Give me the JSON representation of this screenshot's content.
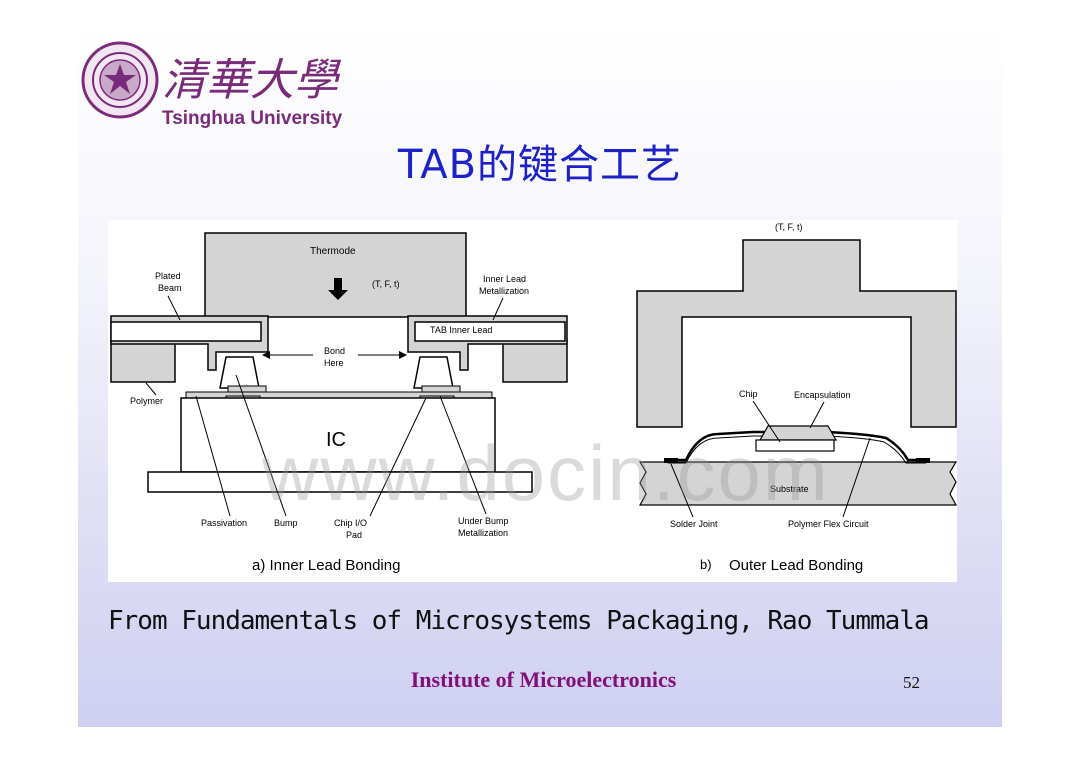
{
  "header": {
    "logo_chinese": "清華大學",
    "logo_english": "Tsinghua University",
    "title": "TAB的键合工艺"
  },
  "figure": {
    "a": {
      "thermode": "Thermode",
      "tft": "(T, F, t)",
      "plated_beam_line1": "Plated",
      "plated_beam_line2": "Beam",
      "inner_lead_line1": "Inner Lead",
      "inner_lead_line2": "Metallization",
      "tab_inner_lead": "TAB Inner Lead",
      "bond_here_line1": "Bond",
      "bond_here_line2": "Here",
      "polymer": "Polymer",
      "ic": "IC",
      "passivation": "Passivation",
      "bump": "Bump",
      "chip_io_line1": "Chip I/O",
      "chip_io_line2": "Pad",
      "under_bump_line1": "Under Bump",
      "under_bump_line2": "Metallization",
      "caption": "a) Inner Lead Bonding"
    },
    "b": {
      "tft": "(T, F, t)",
      "chip": "Chip",
      "encapsulation": "Encapsulation",
      "substrate": "Substrate",
      "solder_joint": "Solder Joint",
      "polymer_flex": "Polymer Flex Circuit",
      "caption_prefix": "b)",
      "caption": "Outer Lead Bonding"
    }
  },
  "watermark": "www.docin.com",
  "footer": {
    "source": "From Fundamentals of Microsystems Packaging, Rao Tummala",
    "institute": "Institute of Microelectronics",
    "page_number": "52"
  },
  "colors": {
    "title": "#1c22c8",
    "institute": "#80107a",
    "logo": "#7a2a7a",
    "diagram_gray": "#d4d4d4"
  }
}
